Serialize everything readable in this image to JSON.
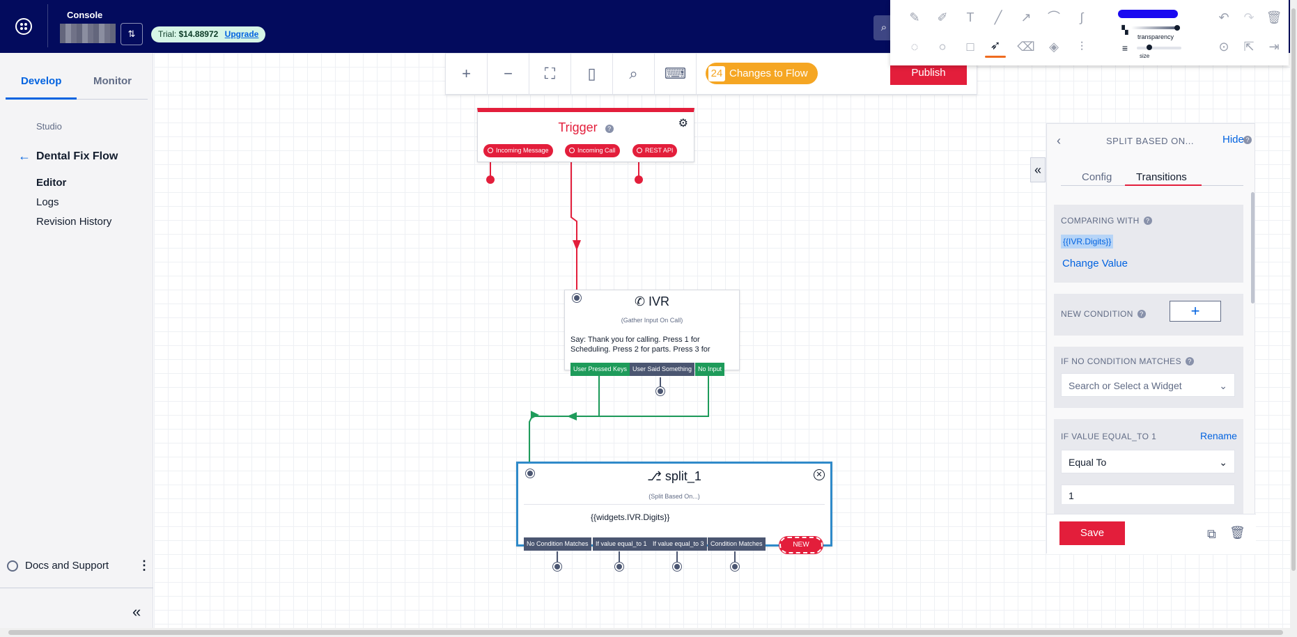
{
  "header": {
    "console_label": "Console",
    "account_switch_icon": "⇅",
    "trial_prefix": "Trial:",
    "trial_amount": "$14.88972",
    "upgrade_label": "Upgrade",
    "search_icon": "search-icon"
  },
  "sidebar": {
    "tabs": [
      {
        "label": "Develop"
      },
      {
        "label": "Monitor"
      }
    ],
    "section_label": "Studio",
    "flow_name": "Dental Fix Flow",
    "nav": [
      {
        "label": "Editor"
      },
      {
        "label": "Logs"
      },
      {
        "label": "Revision History"
      }
    ],
    "docs_label": "Docs and Support"
  },
  "canvas_toolbar": {
    "buttons": [
      "+",
      "−",
      "⛶",
      "▯",
      "⌕",
      "⌨"
    ],
    "changes_count": "24",
    "changes_label": "Changes to Flow",
    "publish_label": "Publish"
  },
  "trigger": {
    "title": "Trigger",
    "pills": [
      {
        "label": "Incoming Message"
      },
      {
        "label": "Incoming Call"
      },
      {
        "label": "REST API"
      }
    ]
  },
  "ivr": {
    "title": "IVR",
    "subtitle": "(Gather Input On Call)",
    "body": "Say: Thank you for calling. Press 1 for Scheduling. Press 2 for parts. Press 3 for",
    "transitions": [
      {
        "label": "User Pressed Keys"
      },
      {
        "label": "User Said Something"
      },
      {
        "label": "No Input"
      }
    ]
  },
  "split": {
    "title": "split_1",
    "subtitle": "(Split Based On...)",
    "body": "{{widgets.IVR.Digits}}",
    "transitions": [
      {
        "label": "No Condition Matches"
      },
      {
        "label": "If value equal_to 1"
      },
      {
        "label": "If value equal_to 3"
      },
      {
        "label": "Condition Matches"
      }
    ],
    "new_label": "NEW"
  },
  "panel": {
    "title": "SPLIT BASED ON...",
    "hide_label": "Hide",
    "tabs": [
      {
        "label": "Config"
      },
      {
        "label": "Transitions"
      }
    ],
    "active_tab": "Transitions",
    "comparing_label": "COMPARING WITH",
    "comparing_value": "{{IVR.Digits}}",
    "change_value_label": "Change Value",
    "new_condition_label": "NEW CONDITION",
    "add_symbol": "+",
    "no_match_label": "IF NO CONDITION MATCHES",
    "no_match_placeholder": "Search or Select a Widget",
    "condition_label": "IF VALUE EQUAL_TO 1",
    "rename_label": "Rename",
    "operator_value": "Equal To",
    "compare_input_value": "1",
    "save_label": "Save"
  },
  "annotation_toolbar": {
    "transparency_label": "transparency",
    "size_label": "size",
    "color": "#1a09f0",
    "tools_row1": [
      "pencil-icon",
      "marker-icon",
      "text-icon",
      "line-icon",
      "arrow-icon",
      "curve-icon",
      "squiggle-icon"
    ],
    "tools_row2": [
      "lasso-icon",
      "ellipse-icon",
      "rectangle-icon",
      "pointer-icon",
      "eraser-icon",
      "fill-eraser-icon",
      "sliders-icon"
    ],
    "active_tool": "pointer-icon"
  },
  "colors": {
    "topbar": "#030b5d",
    "accent_red": "#e31e3b",
    "accent_blue": "#0263e0",
    "changes_orange": "#f5a623",
    "transition_green": "#1e9b5a"
  }
}
